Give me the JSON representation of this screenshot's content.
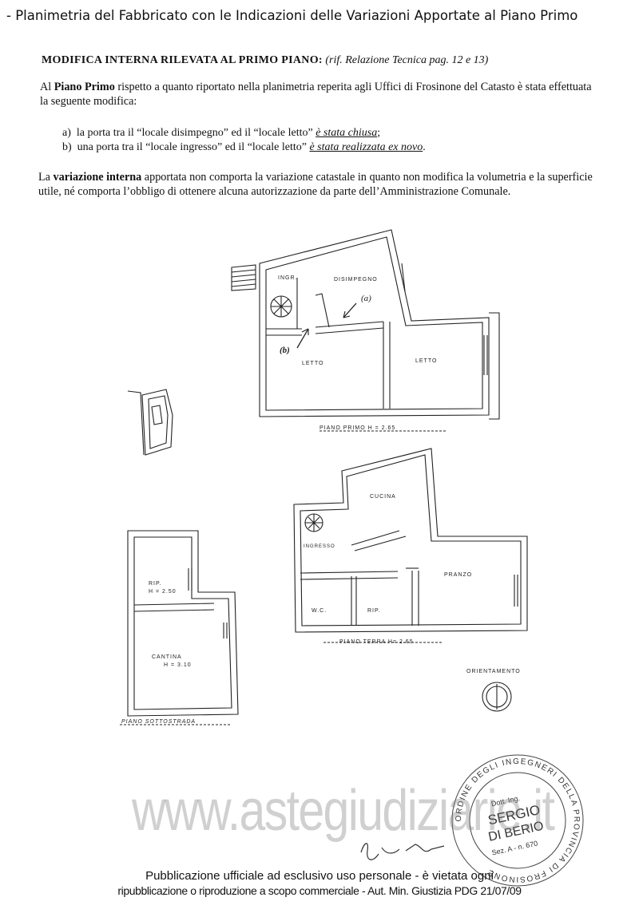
{
  "page_title": "- Planimetria del Fabbricato con le Indicazioni delle Variazioni Apportate al Piano Primo",
  "section_heading": {
    "strong": "MODIFICA INTERNA RILEVATA AL PRIMO PIANO:",
    "ref": "(rif. Relazione Tecnica  pag. 12 e 13)"
  },
  "intro": {
    "prefix": "Al ",
    "strong": "Piano Primo",
    "rest": " rispetto a quanto riportato nella planimetria reperita agli Uffici di Frosinone del Catasto è stata effettuata la seguente  modifica:"
  },
  "changes": [
    {
      "label": "a)",
      "text": "la porta tra il “locale disimpegno” ed il “locale letto” ",
      "emph": "è stata chiusa",
      "end": ";"
    },
    {
      "label": "b)",
      "text": "una porta tra il “locale ingresso” ed il “locale letto” ",
      "emph": "è stata realizzata ex novo",
      "end": "."
    }
  ],
  "conclusion": {
    "prefix": "La ",
    "strong": "variazione interna",
    "rest": " apportata non comporta la variazione catastale in quanto non modifica la volumetria e la superficie utile, né comporta l’obbligo di ottenere alcuna autorizzazione da parte dell’Amministrazione Comunale."
  },
  "plan_labels": {
    "ingr_first": "INGR.",
    "disimpegno": "DISIMPEGNO",
    "marker_a": "(a)",
    "marker_b": "(b)",
    "letto_left": "LETTO",
    "letto_right": "LETTO",
    "piano_primo": "PIANO PRIMO  H = 2.65",
    "cucina": "CUCINA",
    "ingresso": "INGRESSO",
    "pranzo": "PRANZO",
    "wc": "W.C.",
    "rip_ground": "RIP.",
    "piano_terra": "PIANO TERRA  H= 2.65",
    "rip_basement": "RIP.",
    "rip_height": "H = 2.50",
    "cantina": "CANTINA",
    "cantina_height": "H = 3.10",
    "piano_sottostrada": "PIANO SOTTOSTRADA",
    "orientamento": "ORIENTAMENTO"
  },
  "stamp_text": {
    "ring": "ORDINE DEGLI INGEGNERI DELLA PROVINCIA DI FROSINONE",
    "title": "Dott. Ing.",
    "name_1": "SERGIO",
    "name_2": "DI BERIO",
    "reg": "Sez. A - n. 670"
  },
  "watermark": "www.astegiudiziarie.it",
  "footer": {
    "line1": "Pubblicazione ufficiale ad esclusivo uso personale - è vietata ogni",
    "line2": "ripubblicazione o riproduzione a scopo commerciale - Aut. Min. Giustizia PDG 21/07/09"
  }
}
